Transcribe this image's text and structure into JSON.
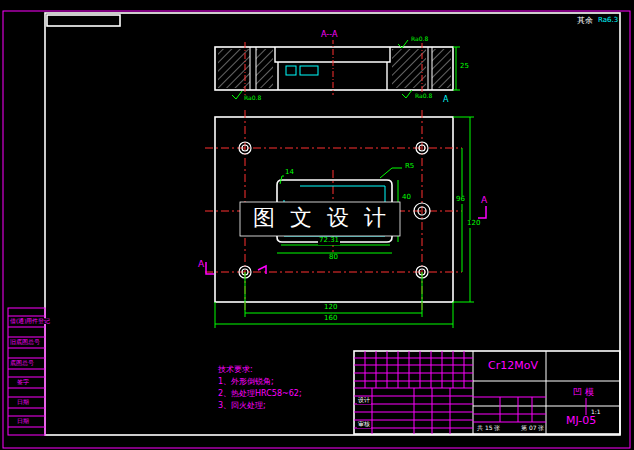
{
  "diagram": {
    "labels": [
      "其余",
      "Ra6.3",
      "A--A",
      "Ra0.8",
      "25",
      "Ra0.8",
      "Ra0.8",
      "A",
      "14",
      "R5",
      "72.31",
      "80",
      "40",
      "96",
      "120",
      "120",
      "160",
      "A",
      "A",
      "图 文 设 计",
      "技术要求:",
      "1、外形倒锐角;",
      "2、热处理HRC58~62;",
      "3、回火处理;",
      "Cr12MoV",
      "凹 模",
      "MJ-05",
      "1:1",
      "共 15 张",
      "第 07 张",
      "设计",
      "审核",
      "借(通)用件登记",
      "旧底图总号",
      "底图总号",
      "签字",
      "日期",
      "日期"
    ]
  }
}
